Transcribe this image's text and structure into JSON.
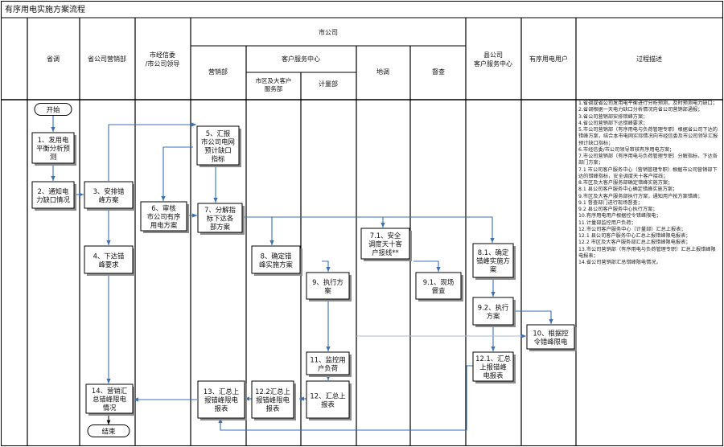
{
  "title": "有序用电实施方案流程",
  "headers": {
    "sheng_tiao": "省调",
    "sheng_yingxiao": "省公司营销部",
    "shi_jingxinwei": [
      "市经信委",
      "/市公司领导"
    ],
    "shi_gongsi": "市公司",
    "yingxiao": "营销部",
    "kehu_fuwu": "客户服务中心",
    "shi_xiao": [
      "市区及大客户",
      "服务部"
    ],
    "jiliang": "计量部",
    "di_tiao": "地调",
    "du_cha": "督查",
    "xian_kefu": [
      "县公司",
      "客户服务中心"
    ],
    "yonghu": "有序用电用户",
    "shuoming": "过程描述"
  },
  "nodes": {
    "start": "开始",
    "n1": [
      "1、发用电",
      "平衡分析预",
      "测"
    ],
    "n2": [
      "2、通知电",
      "力缺口情况"
    ],
    "n3": [
      "3、安排错",
      "峰方案"
    ],
    "n4": [
      "4、下达错",
      "峰要求"
    ],
    "n5": [
      "5、汇报",
      "市公司电网",
      "预计缺口",
      "指标"
    ],
    "n6": [
      "6、审核",
      "市公司有序",
      "用电方案"
    ],
    "n7": [
      "7、分解指",
      "标下达各",
      "部方案"
    ],
    "n71": [
      "7.1、安全",
      "调度天十客",
      "户接线**"
    ],
    "n8": [
      "8、确定错",
      "峰实施方案"
    ],
    "n81": [
      "8.1、确定",
      "错峰实施方",
      "案"
    ],
    "n9": [
      "9、执行方",
      "案"
    ],
    "n91": [
      "9.1、现场",
      "督查"
    ],
    "n92": [
      "9.2、执行",
      "方案"
    ],
    "n10": [
      "10、根据控",
      "令错峰限电"
    ],
    "n11": [
      "11、监控用",
      "户负荷"
    ],
    "n12": [
      "12、汇总上",
      "报表"
    ],
    "n121": [
      "12.1、汇总",
      "上报错峰",
      "电报表"
    ],
    "n122": [
      "12.2汇总上",
      "报错峰限电",
      "报表"
    ],
    "n13": [
      "13、汇总上",
      "报错峰限电",
      "报表"
    ],
    "n14": [
      "14、营销汇",
      "总错峰限电",
      "情况"
    ],
    "end": "结束"
  },
  "notes": [
    "1.省调或省公司发用电平衡进行分析预测，及时预测电力缺口；",
    "2.省调根据一天电力缺口分析情况向省公司营销部通报；",
    "3.省公司营销部安排错峰方案；",
    "4.省公司营销部下达错峰要求；",
    "5.市公司营销部（有序用电与负荷管理专职）根据省公司下达的错峰方案，结合本市电网实际情况向市经信委及市公司领导汇报预计缺口指标；",
    "6.市经信委/市公司领导审核有序用电方案；",
    "7.市公司营销部（有序用电与负荷管理专职）分解指标，下达各部门方案；",
    "7.1 市公司客户服务中心（营销管理专职）根据市公司营销部下达的错峰指标，安全调度天十客户接线；",
    "8.市区及大客户服务部确定错峰实施方案；",
    "8.1 县公司客户服务中心确定错峰实施方案；",
    "9.市区及大客户服务部执行方案，通知用户按方案错峰；",
    "9.1 督查部门进行现场督查；",
    "9.2 县公司客户服务中心执行方案；",
    "10.有序用电用户根据控令错峰限电；",
    "11.计量部监控用户负荷；",
    "12.市公司客户服务中心（计量部）汇总上报表；",
    "12.1 县公司客户服务中心汇总上报错峰限电报表；",
    "12.2 市区及大客户服务部汇总上报错峰限电报表；",
    "13.市公司营销部（有序用电与负荷管理专职）汇总上报错峰限电报表；",
    "14.省公司营销部汇总错峰限电情况。"
  ],
  "colors": {
    "arrow": "#3b6fb6",
    "border": "#000000",
    "shadow": "#8c8c8c",
    "node_fill": "#ffffff"
  }
}
